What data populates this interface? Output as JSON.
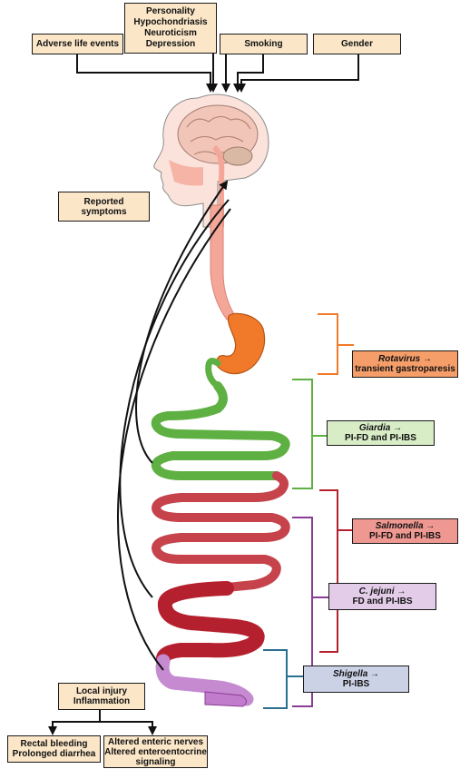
{
  "boxes": {
    "adverse_life_events": "Adverse life events",
    "psych": [
      "Personality",
      "Hypochondriasis",
      "Neuroticism",
      "Depression"
    ],
    "smoking": "Smoking",
    "gender": "Gender",
    "reported_symptoms": [
      "Reported",
      "symptoms"
    ],
    "local_injury": [
      "Local injury",
      "Inflammation"
    ],
    "rectal": [
      "Rectal bleeding",
      "Prolonged diarrhea"
    ],
    "altered": [
      "Altered enteric nerves",
      "Altered enteroentocrine",
      "signaling"
    ]
  },
  "pathogens": [
    {
      "organism": "Rotavirus →",
      "outcome": "transient gastroparesis"
    },
    {
      "organism": "Giardia →",
      "outcome": "PI-FD and PI-IBS"
    },
    {
      "organism": "Salmonella →",
      "outcome": "PI-FD and PI-IBS"
    },
    {
      "organism": "C. jejuni →",
      "outcome": "FD and PI-IBS"
    },
    {
      "organism": "Shigella →",
      "outcome": "PI-IBS"
    }
  ],
  "colors": {
    "stomach": "#f07a2a",
    "small_intestine_upper": "#5fb043",
    "small_intestine_lower": "#c6434c",
    "colon": "#b5202e",
    "rectum": "#c58ad0",
    "bracket_orange": "#f07a2a",
    "bracket_green": "#5fb043",
    "bracket_red": "#b5202e",
    "bracket_purple": "#8a3c96",
    "bracket_teal": "#2a6f8f"
  }
}
